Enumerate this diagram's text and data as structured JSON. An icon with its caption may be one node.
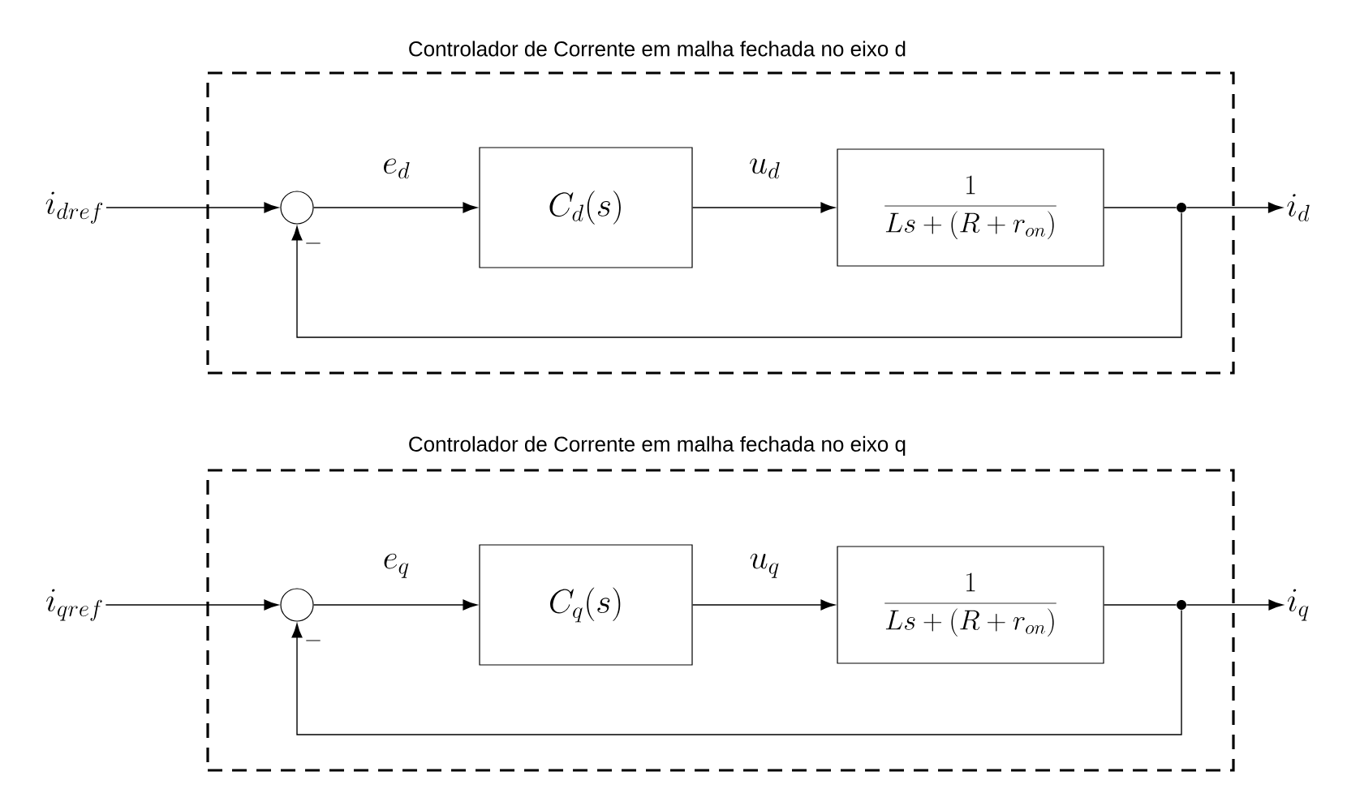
{
  "diagram": {
    "nodes": [
      {
        "text": [
          "Controlador de Corrente em malha fechada no eixo d"
        ]
      },
      {
        "text": [
          "i_{dref}"
        ]
      },
      {
        "text": [],
        "shape": "circle",
        "in": 0
      },
      {
        "text": [
          "C_d(s)"
        ],
        "in": 0
      },
      {
        "text": [
          "\\frac{1}{Ls+(R+r_{on})}"
        ],
        "in": 0
      },
      {
        "text": [],
        "shape": "circle",
        "in": 0
      },
      {
        "text": [
          "i_d"
        ]
      },
      {
        "text": [
          "Controlador de Corrente em malha fechada no eixo q"
        ]
      },
      {
        "text": [
          "i_{qref}"
        ]
      },
      {
        "text": [],
        "shape": "circle",
        "in": 7
      },
      {
        "text": [
          "C_q(s)"
        ],
        "in": 7
      },
      {
        "text": [
          "\\frac{1}{Ls+(R+r_{on})}"
        ],
        "in": 7
      },
      {
        "text": [],
        "shape": "circle",
        "in": 7
      },
      {
        "text": [
          "i_q"
        ]
      }
    ],
    "edges": [
      {
        "from": 1,
        "to": 2,
        "arrow": "to"
      },
      {
        "from": 2,
        "to": 3,
        "arrow": "to",
        "label": "e_d"
      },
      {
        "from": 3,
        "to": 4,
        "arrow": "to",
        "label": "u_d"
      },
      {
        "from": 4,
        "to": 5,
        "arrow": "none"
      },
      {
        "from": 5,
        "to": 6,
        "arrow": "to"
      },
      {
        "from": 5,
        "to": 2,
        "arrow": "to",
        "label": "-"
      },
      {
        "from": 8,
        "to": 9,
        "arrow": "to"
      },
      {
        "from": 9,
        "to": 10,
        "arrow": "to",
        "label": "e_q"
      },
      {
        "from": 10,
        "to": 11,
        "arrow": "to",
        "label": "u_q"
      },
      {
        "from": 11,
        "to": 12,
        "arrow": "none"
      },
      {
        "from": 12,
        "to": 13,
        "arrow": "to"
      },
      {
        "from": 12,
        "to": 9,
        "arrow": "to",
        "label": "-"
      }
    ]
  }
}
